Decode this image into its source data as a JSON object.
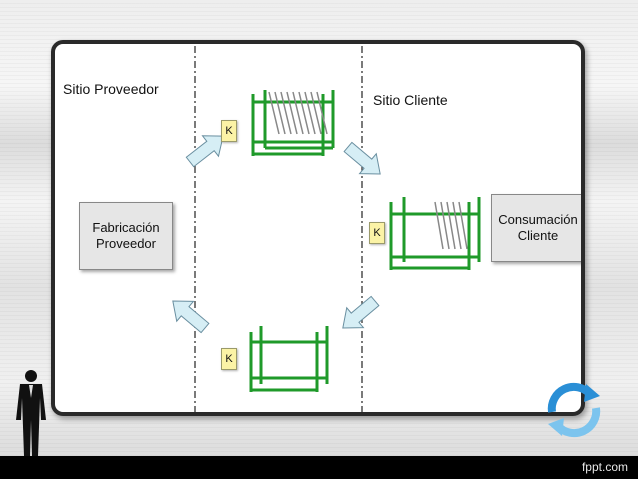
{
  "labels": {
    "supplier_site": "Sitio Proveedor",
    "client_site": "Sitio Cliente"
  },
  "boxes": {
    "supplier_line1": "Fabricación",
    "supplier_line2": "Proveedor",
    "client_line1": "Consumación",
    "client_line2": "Cliente"
  },
  "kanban_cards": {
    "top": "K",
    "right": "K",
    "bottom": "K"
  },
  "footer": {
    "brand": "fppt.com"
  },
  "colors": {
    "rack_green": "#1f9a2a",
    "arrow_fill": "#d6eef5",
    "arrow_stroke": "#6a8fa0",
    "card_yellow": "#fbf3a6",
    "cycle_blue": "#2a8fd6"
  }
}
